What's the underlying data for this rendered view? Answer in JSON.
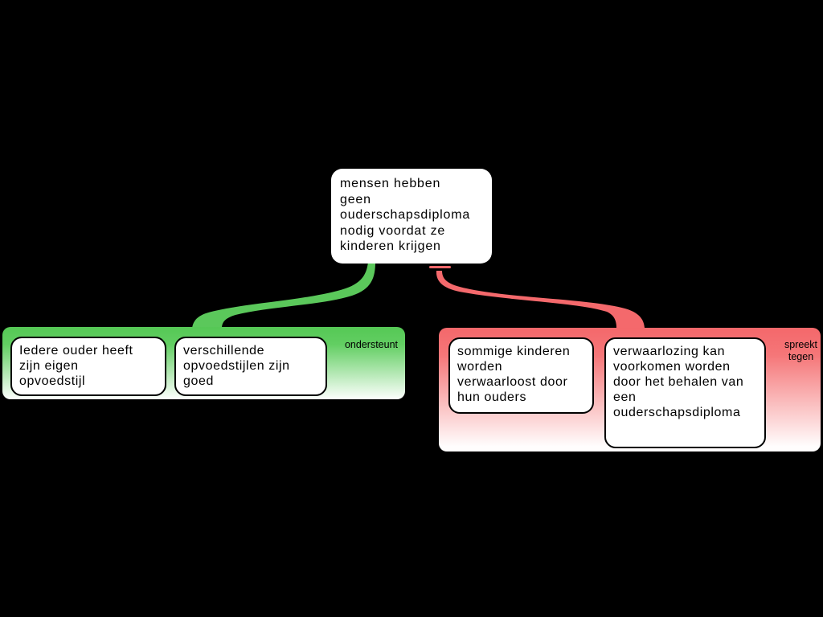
{
  "canvas": {
    "background_color": "#000000"
  },
  "claim": {
    "text": "mensen hebben\ngeen\nouderschapsdiploma\nnodig voordat ze\nkinderen krijgen"
  },
  "supports_group": {
    "label": "ondersteunt",
    "color": "#5bc85b",
    "reasons": [
      {
        "text": "Iedere ouder heeft\nzijn eigen\nopvoedstijl"
      },
      {
        "text": "verschillende\nopvoedstijlen zijn\ngoed"
      }
    ]
  },
  "opposes_group": {
    "label": "spreekt\ntegen",
    "color": "#f4696c",
    "objections": [
      {
        "text": "sommige kinderen\nworden\nverwaarloost door\nhun ouders"
      },
      {
        "text": "verwaarlozing kan\nvoorkomen worden\ndoor het behalen van\neen\nouderschapsdiploma"
      }
    ]
  }
}
